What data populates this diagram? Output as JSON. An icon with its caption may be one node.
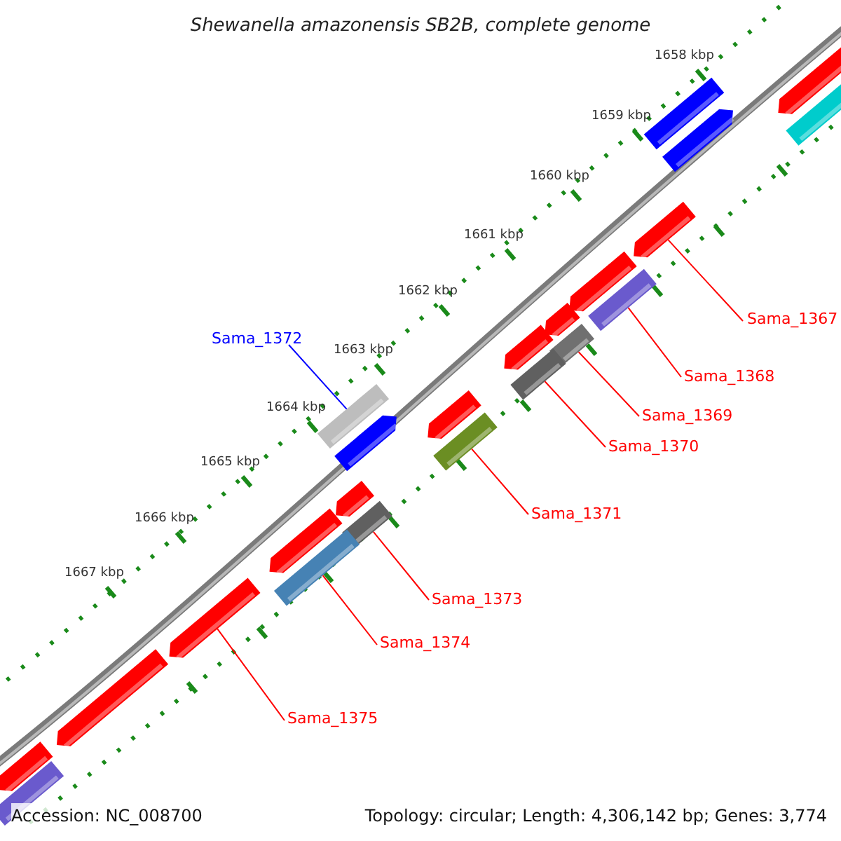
{
  "diagram": {
    "title": "Shewanella amazonensis SB2B, complete genome",
    "nodes": [
      {
        "text": [
          "Sama_1367"
        ]
      },
      {
        "text": [
          "Sama_1372"
        ]
      },
      {
        "text": [
          "Sama_1368"
        ]
      },
      {
        "text": [
          "Sama_1369"
        ]
      },
      {
        "text": [
          "Sama_1370"
        ]
      },
      {
        "text": [
          "Sama_1371"
        ]
      },
      {
        "text": [
          "Sama_1373"
        ]
      },
      {
        "text": [
          "Sama_1374"
        ]
      },
      {
        "text": [
          "Sama_1375"
        ]
      },
      {
        "text": [],
        "shape": "arrow"
      },
      {
        "text": [],
        "shape": "bar"
      },
      {
        "text": [],
        "shape": "bar"
      },
      {
        "text": [],
        "shape": "arrow"
      },
      {
        "text": [],
        "shape": "arrow"
      },
      {
        "text": [],
        "shape": "arrow"
      },
      {
        "text": [],
        "shape": "bar"
      },
      {
        "text": [],
        "shape": "arrow"
      },
      {
        "text": [],
        "shape": "bar"
      },
      {
        "text": [],
        "shape": "arrow"
      },
      {
        "text": [],
        "shape": "bar"
      },
      {
        "text": [],
        "shape": "bar"
      },
      {
        "text": [],
        "shape": "arrow"
      },
      {
        "text": [],
        "shape": "arrow"
      },
      {
        "text": [],
        "shape": "bar"
      },
      {
        "text": [],
        "shape": "arrow"
      },
      {
        "text": [],
        "shape": "bar"
      },
      {
        "text": [],
        "shape": "arrow"
      },
      {
        "text": [],
        "shape": "bar"
      },
      {
        "text": [],
        "shape": "arrow"
      },
      {
        "text": [],
        "shape": "arrow"
      },
      {
        "text": [],
        "shape": "arrow"
      },
      {
        "text": [],
        "shape": "bar"
      }
    ],
    "edges": [
      {
        "from": 0,
        "to": 13,
        "arrow": "none"
      },
      {
        "from": 1,
        "to": 20,
        "arrow": "none",
        "color": "#0000ff"
      },
      {
        "from": 2,
        "to": 15,
        "arrow": "none"
      },
      {
        "from": 3,
        "to": 17,
        "arrow": "none"
      },
      {
        "from": 4,
        "to": 19,
        "arrow": "none"
      },
      {
        "from": 5,
        "to": 23,
        "arrow": "none"
      },
      {
        "from": 6,
        "to": 25,
        "arrow": "none"
      },
      {
        "from": 7,
        "to": 27,
        "arrow": "none"
      },
      {
        "from": 8,
        "to": 28,
        "arrow": "none"
      }
    ],
    "labels": [
      "1658 kbp",
      "1659 kbp",
      "1660 kbp",
      "1661 kbp",
      "1662 kbp",
      "1663 kbp",
      "1664 kbp",
      "1665 kbp",
      "1666 kbp",
      "1667 kbp",
      "Accession: NC_008700",
      "Topology: circular; Length: 4,306,142 bp; Genes: 3,774"
    ]
  }
}
